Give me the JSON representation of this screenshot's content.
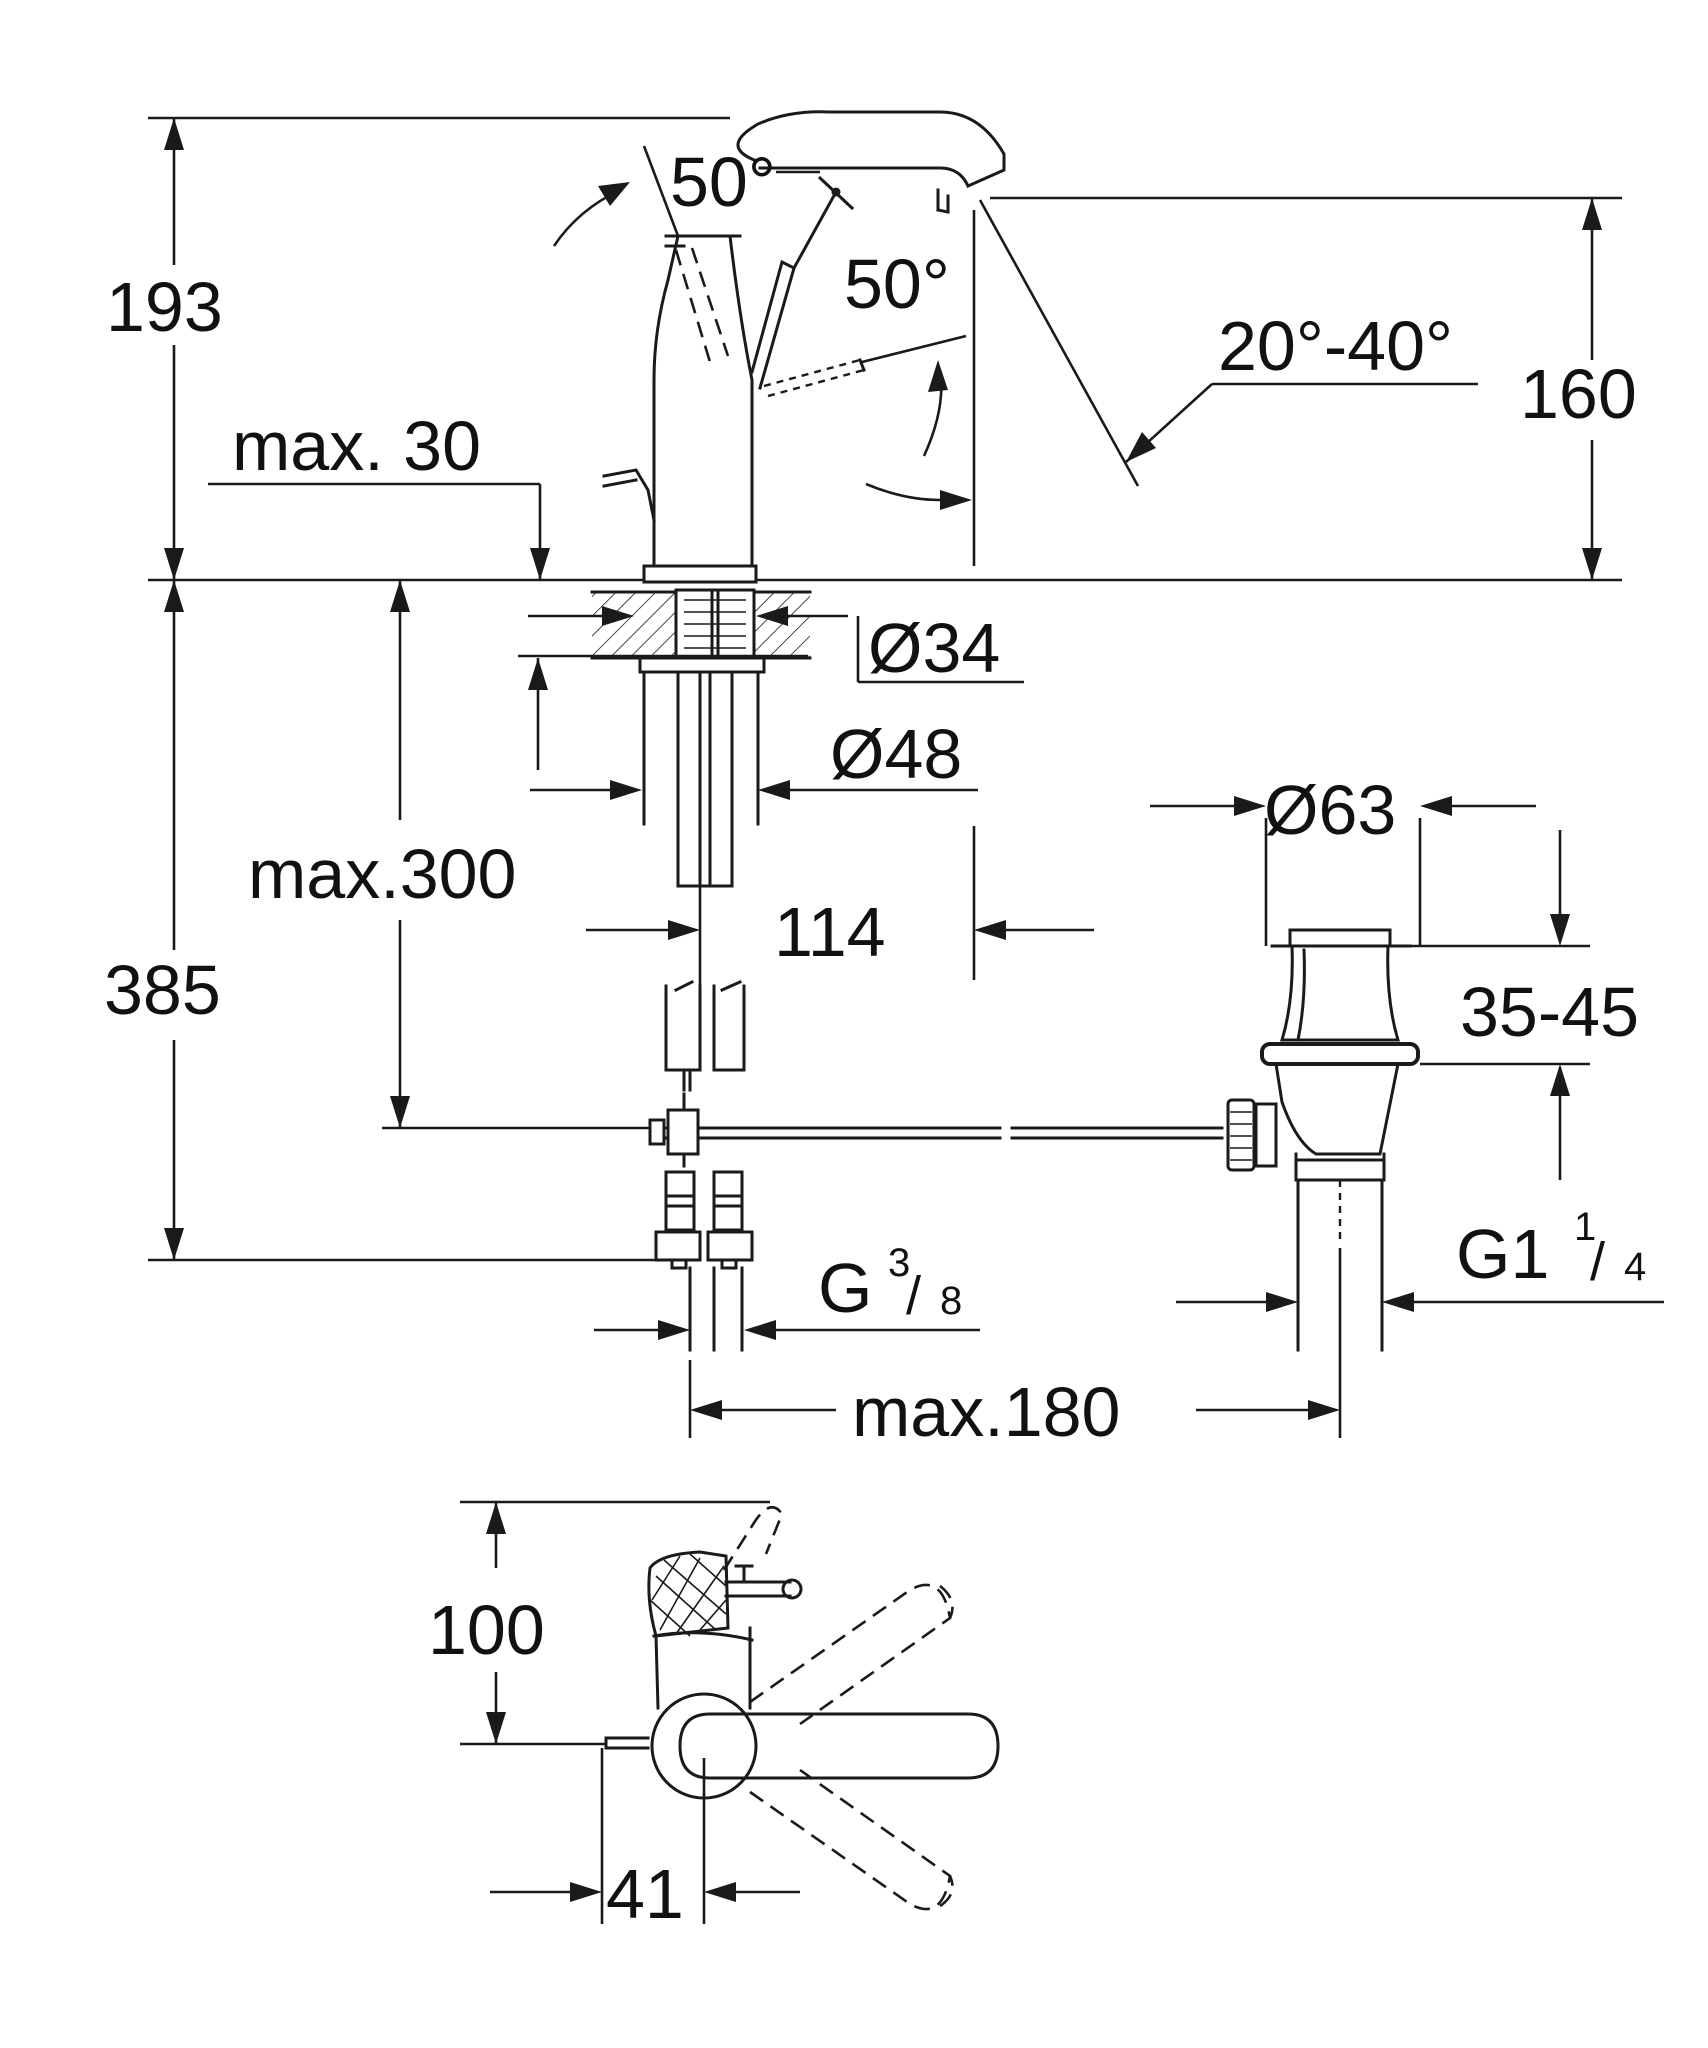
{
  "dimensions": {
    "overall_height": "193",
    "spout_height": "160",
    "spout_angle": "20°-40°",
    "lever_angle_back": "50°",
    "lever_angle_front": "50°",
    "max_counter_thickness": "max. 30",
    "shank_diameter": "Ø34",
    "flange_diameter": "Ø48",
    "max_shank_length": "max.300",
    "spout_reach": "114",
    "overall_depth": "385",
    "waste_diameter": "Ø63",
    "waste_range": "35-45",
    "supply_thread": "G 3/8",
    "waste_thread": "G1 1/4",
    "max_distance": "max.180",
    "top_view_height": "100",
    "top_view_width": "41"
  },
  "thread_parts": {
    "supply_base": "G",
    "supply_num": "3",
    "supply_den": "8",
    "waste_base": "G1",
    "waste_num": "1",
    "waste_den": "4"
  }
}
